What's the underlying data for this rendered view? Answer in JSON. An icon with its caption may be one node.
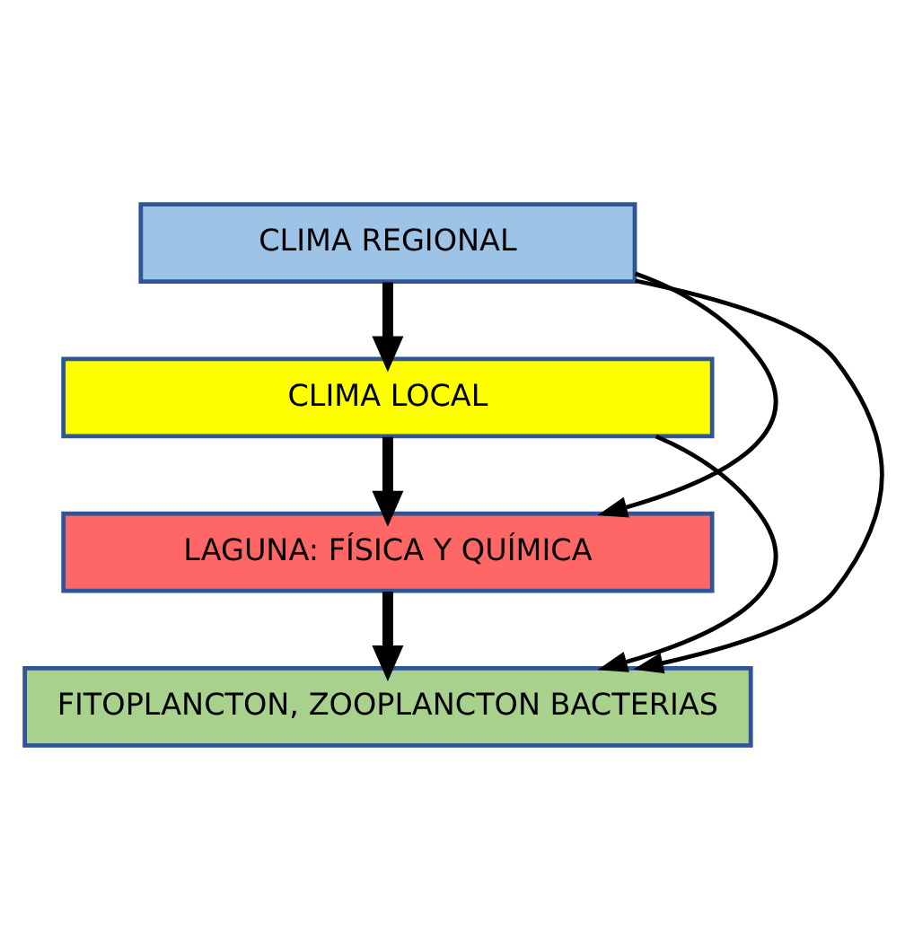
{
  "diagram": {
    "nodes": [
      {
        "text": [
          "CLIMA REGIONAL"
        ]
      },
      {
        "text": [
          "CLIMA LOCAL"
        ]
      },
      {
        "text": [
          "LAGUNA: FÍSICA Y QUÍMICA"
        ]
      },
      {
        "text": [
          "FITOPLANCTON, ZOOPLANCTON BACTERIAS"
        ]
      }
    ],
    "edges": [
      {
        "from": 0,
        "to": 1,
        "arrow": "to",
        "style": "thick"
      },
      {
        "from": 1,
        "to": 2,
        "arrow": "to",
        "style": "thick"
      },
      {
        "from": 2,
        "to": 3,
        "arrow": "to",
        "style": "thick"
      },
      {
        "from": 0,
        "to": 2,
        "arrow": "to"
      },
      {
        "from": 0,
        "to": 3,
        "arrow": "to"
      },
      {
        "from": 1,
        "to": 3,
        "arrow": "to"
      }
    ]
  }
}
